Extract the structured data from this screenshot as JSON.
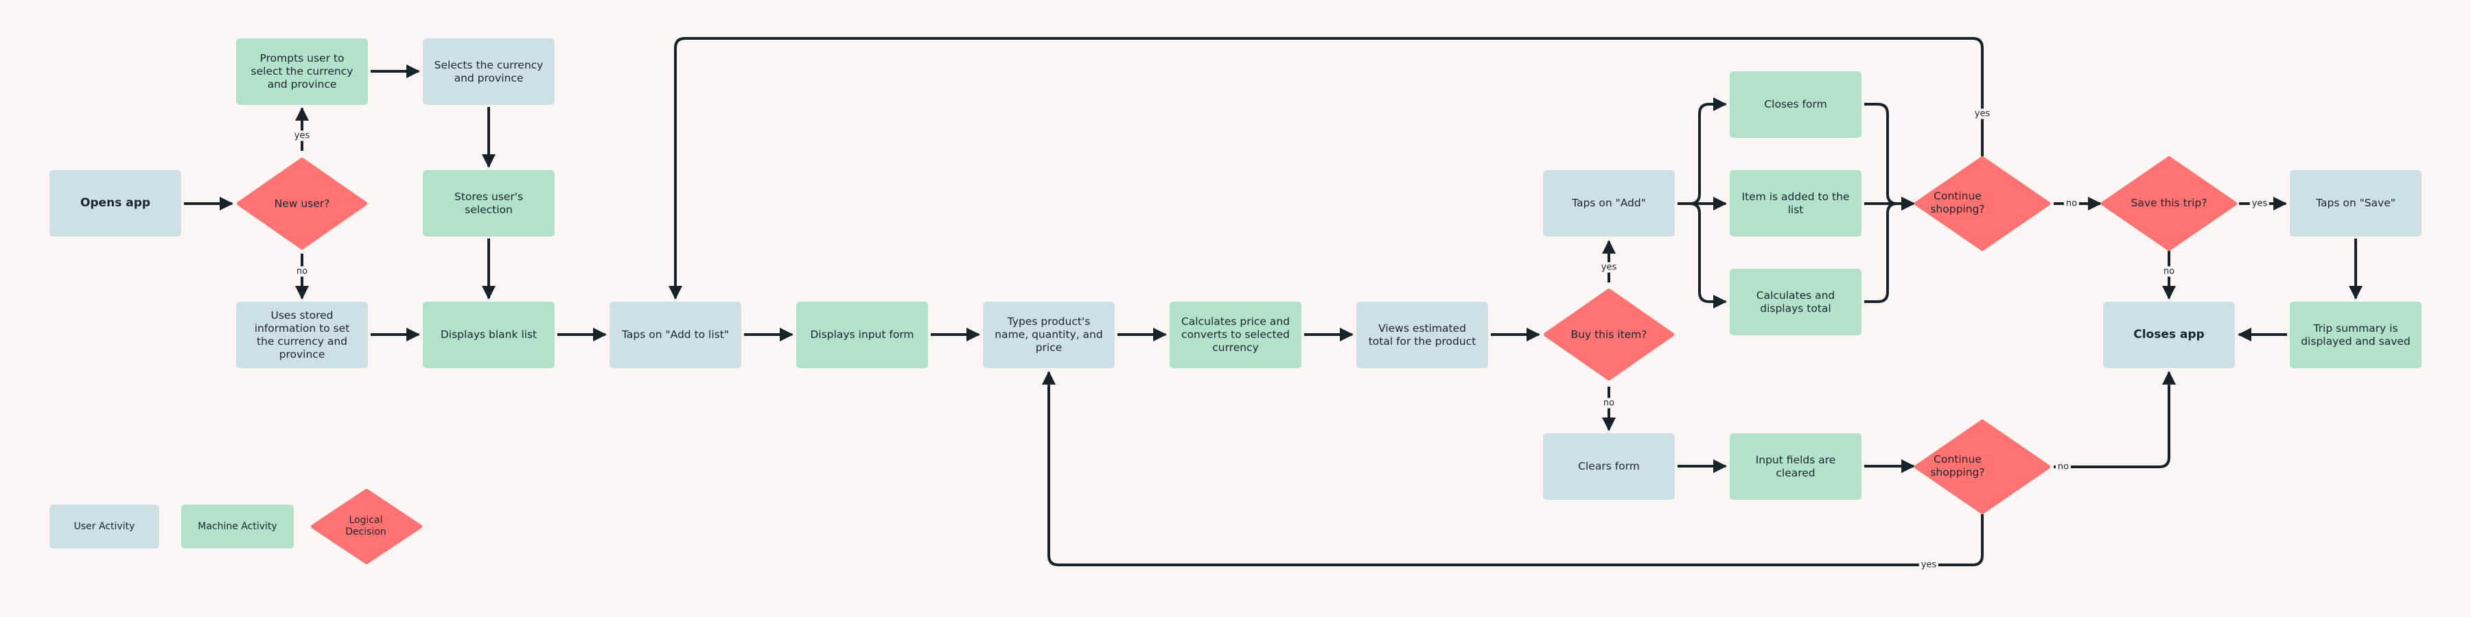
{
  "colors": {
    "background": "#fcf7f4",
    "user_activity": "#cfe0e5",
    "machine_activity": "#b3e2cb",
    "logical_decision": "#ff7473",
    "line": "#17222b"
  },
  "nodes": {
    "opens_app": "Opens app",
    "new_user": "New user?",
    "prompts_select": "Prompts user to select the currency and province",
    "selects_currency": "Selects the currency and province",
    "stores_selection": "Stores user's selection",
    "uses_stored": "Uses stored information to set the currency and province",
    "displays_blank": "Displays blank list",
    "taps_add_to_list": "Taps on \"Add to list\"",
    "displays_form": "Displays input form",
    "types_product": "Types product's name, quantity, and price",
    "calculates_price": "Calculates price and converts to selected currency",
    "views_total": "Views estimated total for the product",
    "buy_item": "Buy this item?",
    "taps_add": "Taps on \"Add\"",
    "closes_form": "Closes form",
    "item_added": "Item is added to the list",
    "calc_total": "Calculates and displays total",
    "continue_top": "Continue shopping?",
    "save_trip": "Save this trip?",
    "taps_save": "Taps on \"Save\"",
    "trip_summary": "Trip summary is displayed and saved",
    "closes_app": "Closes app",
    "clears_form": "Clears form",
    "fields_cleared": "Input fields are cleared",
    "continue_bottom": "Continue shopping?"
  },
  "edge_labels": {
    "yes": "yes",
    "no": "no"
  },
  "legend": {
    "user_activity": "User Activity",
    "machine_activity": "Machine Activity",
    "logical_decision": "Logical Decision"
  }
}
